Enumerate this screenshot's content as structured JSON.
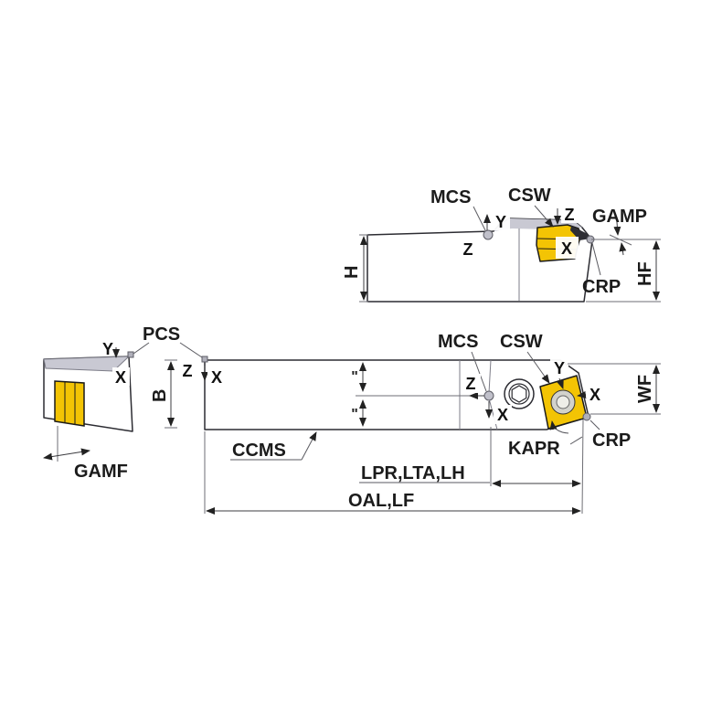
{
  "diagram_title": "lathe-tool-holder-dimension-diagram",
  "colors": {
    "body_gray": "#b5b5bf",
    "body_light": "#ffffff",
    "facet_gray": "#c9c9d3",
    "insert_gold": "#f3c404",
    "line_dark": "#2c2c32",
    "marker_gray": "#b0b0ba"
  },
  "side_view": {
    "mcs": "MCS",
    "csw": "CSW",
    "gamp": "GAMP",
    "crp": "CRP",
    "h": "H",
    "hf": "HF",
    "axis_y": "Y",
    "axis_z_origin": "Z",
    "axis_z_tip": "Z",
    "axis_x_insert": "X"
  },
  "end_view": {
    "pcs": "PCS",
    "gamf": "GAMF",
    "b": "B",
    "axis_y": "Y",
    "axis_x": "X"
  },
  "top_view": {
    "mcs": "MCS",
    "csw": "CSW",
    "crp": "CRP",
    "kapr": "KAPR",
    "ccms": "CCMS",
    "wf": "WF",
    "lpr": "LPR,LTA,LH",
    "oal": "OAL,LF",
    "axis_y": "Y",
    "axis_z_origin": "Z",
    "axis_x_origin": "X",
    "axis_z_mcs": "Z",
    "axis_x_mcs": "X",
    "axis_x_tip": "X",
    "ditto_upper": "\"",
    "ditto_lower": "\""
  }
}
